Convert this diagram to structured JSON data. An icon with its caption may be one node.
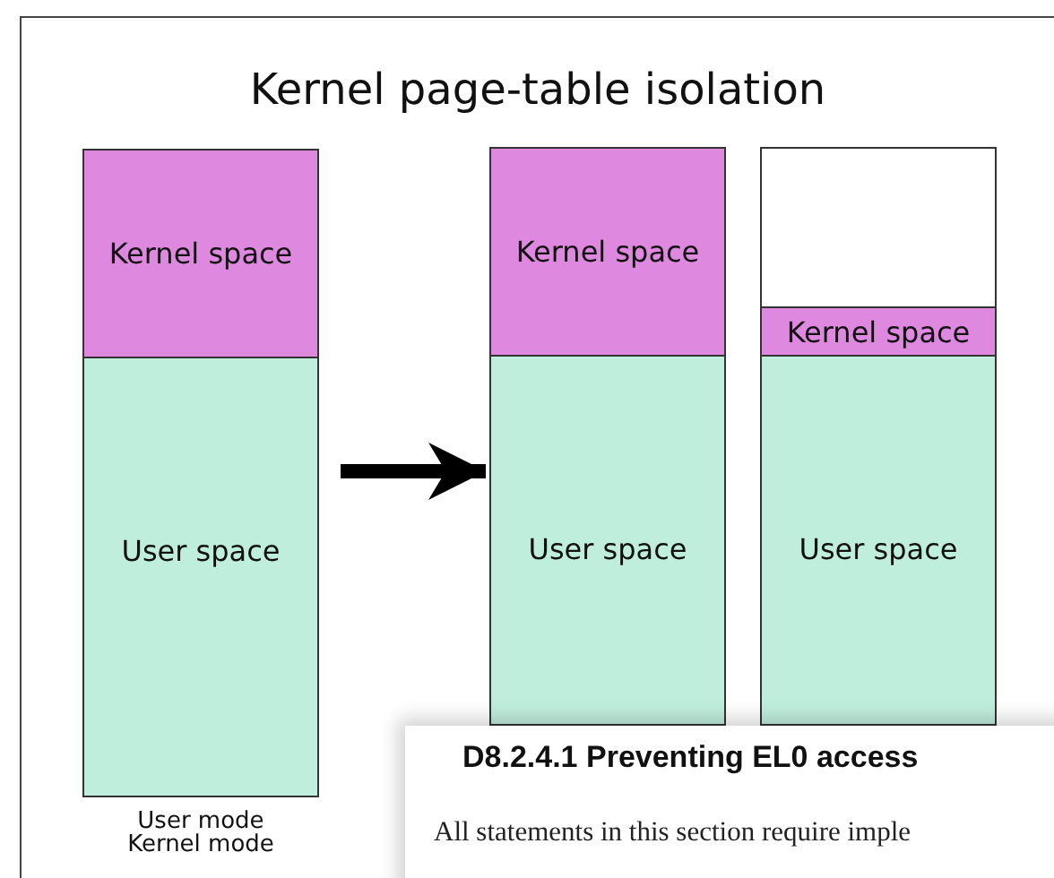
{
  "diagram": {
    "title": "Kernel page-table isolation",
    "nodes": [
      {
        "text": [
          "Kernel space"
        ]
      },
      {
        "text": [
          "User space"
        ],
        "beside": [
          "User mode",
          "Kernel mode"
        ]
      },
      {
        "text": [
          "Kernel space"
        ]
      },
      {
        "text": [
          "User space"
        ]
      },
      {
        "text": [],
        "shape": "box"
      },
      {
        "text": [
          "Kernel space"
        ]
      },
      {
        "text": [
          "User space"
        ]
      }
    ],
    "edges": [
      {
        "from": 1,
        "to": 3,
        "arrow": "to"
      }
    ],
    "labels": [
      "D8.2.4.1 Preventing EL0 access",
      "All statements in this section require imple"
    ]
  }
}
